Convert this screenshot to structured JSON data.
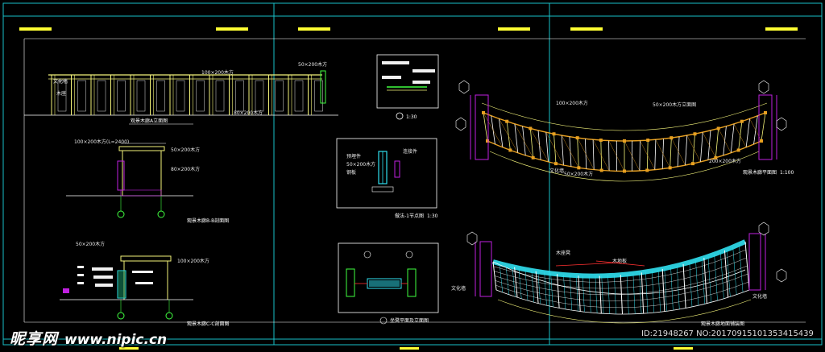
{
  "colors": {
    "background": "#000000",
    "frame": "#19c0c8",
    "header": "#ffff33",
    "structure": "#f4f47a",
    "timber": "#e8a020",
    "magenta": "#c020e0",
    "cyan": "#30e0f0",
    "green": "#40ff40",
    "red": "#ff3030",
    "white": "#f0f0f0"
  },
  "watermark": {
    "logo": "昵享网",
    "url": "www.nipic.cn",
    "id_text": "ID:21948267 NO:20170915101353415439"
  },
  "drawings": {
    "front_elevation": {
      "scale_title": ""
    },
    "detail_1": {
      "scale_title": "1:30"
    },
    "section_b": {
      "scale_title": ""
    },
    "section_c": {
      "scale_title": ""
    },
    "detail_2": {
      "scale_title": "1:30"
    },
    "detail_3": {
      "scale_title": ""
    },
    "plan_top": {
      "scale_title": "1:100"
    },
    "plan_bottom": {
      "scale_title": ""
    }
  },
  "annotations": {
    "elev_dim_1": "100×200木方",
    "elev_dim_2": "50×200木方",
    "elev_dim_3": "80×200木方",
    "plan_dim_1": "100×200木方",
    "plan_dim_2": "50×200木方立面图",
    "plan_dim_3": "50×200木方",
    "plan_dim_4": "200×200木方",
    "sec_dim_1": "100×200木方(L=2400)",
    "sec_dim_2": "50×200木方",
    "sec_dim_3": "80×200木方",
    "sec_c_dim_1": "50×200木方",
    "sec_c_dim_2": "100×200木方"
  }
}
